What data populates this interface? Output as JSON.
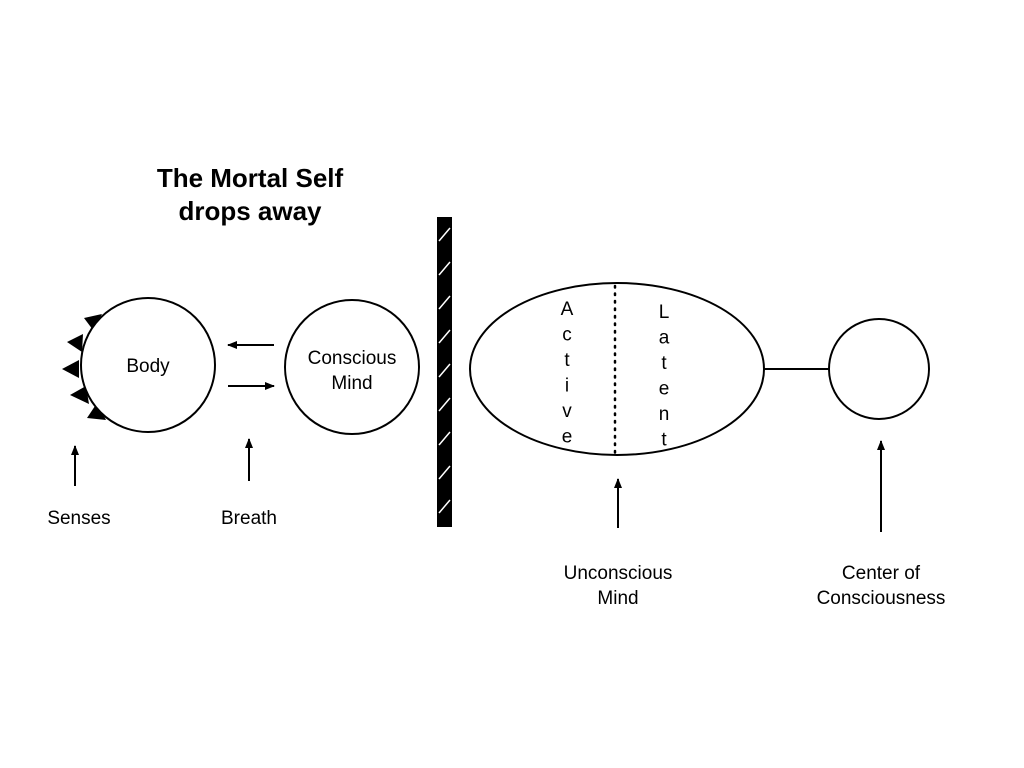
{
  "title": {
    "line1": "The Mortal Self",
    "line2": "drops away"
  },
  "nodes": {
    "body": "Body",
    "conscious_mind": {
      "line1": "Conscious",
      "line2": "Mind"
    },
    "unconscious_mind": {
      "active_label": "Active",
      "latent_label": "Latent"
    }
  },
  "labels": {
    "senses": "Senses",
    "breath": "Breath",
    "unconscious_mind": {
      "line1": "Unconscious",
      "line2": "Mind"
    },
    "center_of_consciousness": {
      "line1": "Center of",
      "line2": "Consciousness"
    }
  }
}
